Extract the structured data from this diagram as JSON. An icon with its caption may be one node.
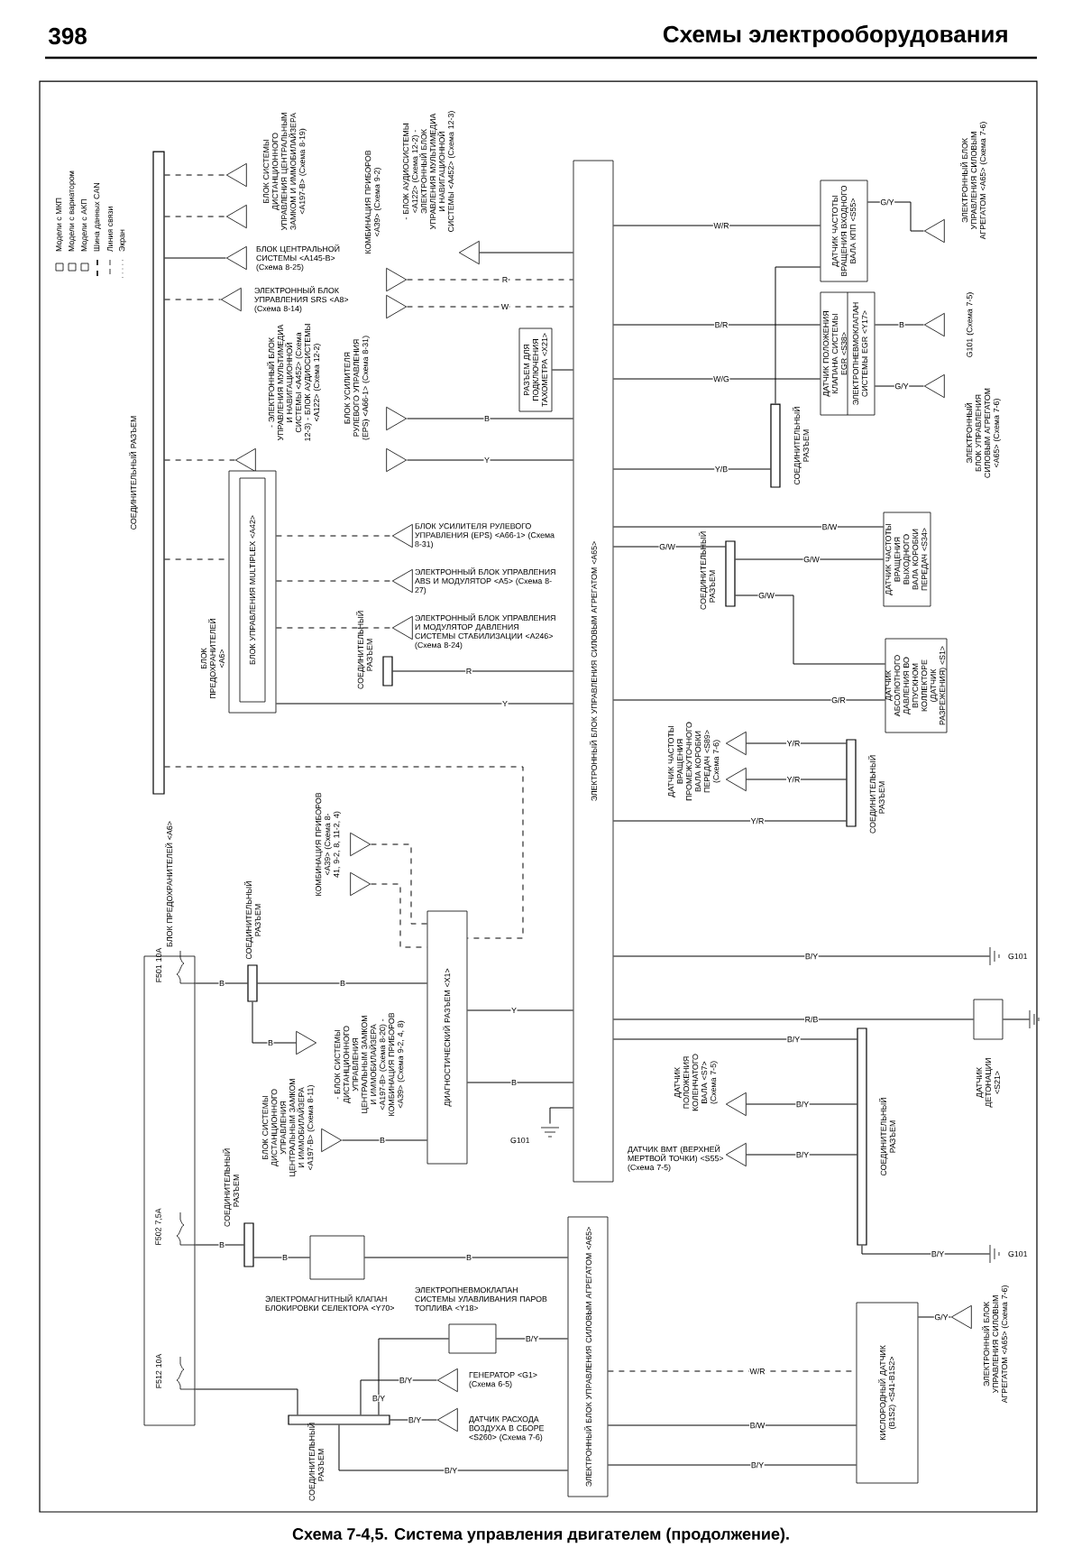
{
  "diagram": {
    "title": "Схемы электрооборудования",
    "caption": "Схема 7-4,5. Система управления двигателем (продолжение).",
    "nodes": [
      {
        "text": [],
        "shape": "bar",
        "beside": [
          "СОЕДИНИТЕЛЬНЫЙ РАЗЪЕМ"
        ]
      },
      {
        "text": [],
        "shape": "triangle",
        "beside": [
          "БЛОК СИСТЕМЫ ДИСТАНЦИОННОГО УПРАВЛЕНИЯ ЦЕНТРАЛЬНЫМ ЗАМКОМ И ИММОБИЛАЙЗЕРА <A197-B> (Схема 8-19)"
        ]
      },
      {
        "text": [],
        "shape": "triangle"
      },
      {
        "text": [],
        "shape": "triangle",
        "beside": [
          "БЛОК ЦЕНТРАЛЬНОЙ СИСТЕМЫ <A145-B> (Схема 8-25)"
        ]
      },
      {
        "text": [],
        "shape": "triangle",
        "beside": [
          "ЭЛЕКТРОННЫЙ БЛОК УПРАВЛЕНИЯ SRS <A8> (Схема 8-14)"
        ]
      },
      {
        "text": [],
        "shape": "triangle",
        "beside": [
          "КОМБИНАЦИЯ ПРИБОРОВ <A39> (Схема 9-2)"
        ]
      },
      {
        "text": [],
        "shape": "triangle"
      },
      {
        "text": [],
        "shape": "triangle",
        "beside": [
          "- БЛОК АУДИОСИСТЕМЫ <A122> (Схема 12-2) - ЭЛЕКТРОННЫЙ БЛОК УПРАВЛЕНИЯ МУЛЬТИМЕДИА И НАВИГАЦИОННОЙ СИСТЕМЫ <A452> (Схема 12-3)"
        ]
      },
      {
        "text": [
          "ЭЛЕКТРОННЫЙ БЛОК УПРАВЛЕНИЯ СИЛОВЫМ АГРЕГАТОМ <A65>"
        ]
      },
      {
        "text": [
          "ДАТЧИК ЧАСТОТЫ ВРАЩЕНИЯ ВХОДНОГО ВАЛА КПП <S55>"
        ]
      },
      {
        "text": [
          "ДАТЧИК ПОЛОЖЕНИЯ КЛАПАНА СИСТЕМЫ EGR <S38>",
          "ЭЛЕКТРОПНЕВМОКЛАПАН СИСТЕМЫ EGR <Y17>"
        ]
      },
      {
        "text": [],
        "shape": "triangle",
        "beside": [
          "ЭЛЕКТРОННЫЙ БЛОК УПРАВЛЕНИЯ СИЛОВЫМ АГРЕГАТОМ <A65> (Схема 7-6)"
        ]
      },
      {
        "text": [],
        "shape": "triangle",
        "beside": [
          "G101 (Схема 7-5)"
        ]
      },
      {
        "text": [],
        "shape": "triangle",
        "beside": [
          "ЭЛЕКТРОННЫЙ БЛОК УПРАВЛЕНИЯ СИЛОВЫМ АГРЕГАТОМ <A65> (Схема 7-6)"
        ]
      },
      {
        "text": [],
        "shape": "triangle",
        "beside": [
          "- ЭЛЕКТРОННЫЙ БЛОК УПРАВЛЕНИЯ МУЛЬТИМЕДИА И НАВИГАЦИОННОЙ СИСТЕМЫ <A452> (Схема 12-3) - БЛОК АУДИОСИСТЕМЫ <A122> (Схема 12-2)"
        ]
      },
      {
        "text": [],
        "shape": "triangle",
        "beside": [
          "БЛОК УСИЛИТЕЛЯ РУЛЕВОГО УПРАВЛЕНИЯ (EPS) <A66-1> (Схема 8-31)"
        ]
      },
      {
        "text": [],
        "shape": "triangle"
      },
      {
        "text": [
          "РАЗЪЕМ ДЛЯ ПОДКЛЮЧЕНИЯ ТАХОМЕТРА <X21>"
        ]
      },
      {
        "text": [],
        "shape": "bar",
        "beside": [
          "СОЕДИНИТЕЛЬНЫЙ РАЗЪЕМ"
        ]
      },
      {
        "text": [
          "БЛОК ПРЕДОХРАНИТЕЛЕЙ <A6>"
        ]
      },
      {
        "text": [
          "БЛОК УПРАВЛЕНИЯ MULTIPLEX <A42>"
        ],
        "in": 19
      },
      {
        "text": [],
        "shape": "triangle",
        "beside": [
          "БЛОК УСИЛИТЕЛЯ РУЛЕВОГО УПРАВЛЕНИЯ (EPS) <A66-1> (Схема 8-31)"
        ]
      },
      {
        "text": [],
        "shape": "triangle",
        "beside": [
          "ЭЛЕКТРОННЫЙ БЛОК УПРАВЛЕНИЯ ABS И МОДУЛЯТОР <A5> (Схема 8-27)"
        ]
      },
      {
        "text": [],
        "shape": "triangle",
        "beside": [
          "ЭЛЕКТРОННЫЙ БЛОК УПРАВЛЕНИЯ И МОДУЛЯТОР ДАВЛЕНИЯ СИСТЕМЫ СТАБИЛИЗАЦИИ <A246> (Схема 8-24)"
        ]
      },
      {
        "text": [
          "ДАТЧИК ЧАСТОТЫ ВРАЩЕНИЯ ВЫХОДНОГО ВАЛА КОРОБКИ ПЕРЕДАЧ <S34>"
        ]
      },
      {
        "text": [],
        "shape": "bar",
        "beside": [
          "СОЕДИНИТЕЛЬНЫЙ РАЗЪЕМ"
        ]
      },
      {
        "text": [],
        "shape": "bar",
        "beside": [
          "СОЕДИНИТЕЛЬНЫЙ РАЗЪЕМ"
        ]
      },
      {
        "text": [
          "ДАТЧИК АБСОЛЮТНОГО ДАВЛЕНИЯ ВО ВПУСКНОМ КОЛЛЕКТОРЕ (ДАТЧИК РАЗРЕЖЕНИЯ) <S1>"
        ]
      },
      {
        "text": [],
        "shape": "triangle",
        "beside": [
          "ДАТЧИК ЧАСТОТЫ ВРАЩЕНИЯ ПРОМЕЖУТОЧНОГО ВАЛА КОРОБКИ ПЕРЕДАЧ <S89> (Схема 7-6)"
        ]
      },
      {
        "text": [],
        "shape": "triangle"
      },
      {
        "text": [],
        "shape": "bar",
        "beside": [
          "СОЕДИНИТЕЛЬНЫЙ РАЗЪЕМ"
        ]
      },
      {
        "text": [],
        "shape": "triangle",
        "beside": [
          "КОМБИНАЦИЯ ПРИБОРОВ <A39> (Схема 8-41, 9-2, 8, 11-2, 4)"
        ]
      },
      {
        "text": [],
        "shape": "triangle"
      },
      {
        "text": [],
        "shape": "bar",
        "beside": [
          "СОЕДИНИТЕЛЬНЫЙ РАЗЪЕМ"
        ]
      },
      {
        "text": [
          "ДИАГНОСТИЧЕСКИЙ РАЗЪЕМ <X1>"
        ]
      },
      {
        "text": [
          "БЛОК ПРЕДОХРАНИТЕЛЕЙ <A6>"
        ]
      },
      {
        "text": [
          "G101"
        ]
      },
      {
        "text": [
          "ДАТЧИК ДЕТОНАЦИИ <S21>"
        ]
      },
      {
        "text": [],
        "shape": "ground"
      },
      {
        "text": [],
        "shape": "triangle",
        "beside": [
          "- БЛОК СИСТЕМЫ ДИСТАНЦИОННОГО УПРАВЛЕНИЯ ЦЕНТРАЛЬНЫМ ЗАМКОМ И ИММОБИЛАЙЗЕРА <A197-B> (Схема 8-20) - КОМБИНАЦИЯ ПРИБОРОВ <A39> (Схема 9-2, 4, 8)"
        ]
      },
      {
        "text": [],
        "shape": "bar",
        "beside": [
          "СОЕДИНИТЕЛЬНЫЙ РАЗЪЕМ"
        ]
      },
      {
        "text": [],
        "shape": "triangle",
        "beside": [
          "ДАТЧИК ПОЛОЖЕНИЯ КОЛЕНЧАТОГО ВАЛА <S7> (Схема 7-5)"
        ]
      },
      {
        "text": [],
        "shape": "triangle",
        "beside": [
          "ДАТЧИК ВМТ (ВЕРХНЕЙ МЕРТВОЙ ТОЧКИ) <S55> (Схема 7-5)"
        ]
      },
      {
        "text": [
          "G101"
        ]
      },
      {
        "text": [],
        "shape": "triangle",
        "beside": [
          "БЛОК СИСТЕМЫ ДИСТАНЦИОННОГО УПРАВЛЕНИЯ ЦЕНТРАЛЬНЫМ ЗАМКОМ И ИММОБИЛАЙЗЕРА <A197-B> (Схема 8-11)"
        ]
      },
      {
        "text": [],
        "shape": "bar",
        "beside": [
          "СОЕДИНИТЕЛЬНЫЙ РАЗЪЕМ"
        ]
      },
      {
        "text": [
          "ЭЛЕКТРОМАГНИТНЫЙ КЛАПАН БЛОКИРОВКИ СЕЛЕКТОРА <Y70>"
        ]
      },
      {
        "text": [
          "G101"
        ]
      },
      {
        "text": [
          "ЭЛЕКТРОННЫЙ БЛОК УПРАВЛЕНИЯ СИЛОВЫМ АГРЕГАТОМ <A65>"
        ]
      },
      {
        "text": [
          "ЭЛЕКТРОПНЕВМОКЛАПАН СИСТЕМЫ УЛАВЛИВАНИЯ ПАРОВ ТОПЛИВА <Y18>"
        ]
      },
      {
        "text": [],
        "shape": "triangle",
        "beside": [
          "ЭЛЕКТРОННЫЙ БЛОК УПРАВЛЕНИЯ СИЛОВЫМ АГРЕГАТОМ <A65> (Схема 7-6)"
        ]
      },
      {
        "text": [
          "КИСЛОРОДНЫЙ ДАТЧИК (B1S2) <S41-B1S2>"
        ]
      },
      {
        "text": [],
        "shape": "triangle",
        "beside": [
          "ГЕНЕРАТОР <G1> (Схема 6-5)"
        ]
      },
      {
        "text": [],
        "shape": "triangle",
        "beside": [
          "ДАТЧИК РАСХОДА ВОЗДУХА В СБОРЕ <S260> (Схема 7-6)"
        ]
      },
      {
        "text": [],
        "shape": "bar",
        "beside": [
          "СОЕДИНИТЕЛЬНЫЙ РАЗЪЕМ"
        ]
      }
    ],
    "edges": [
      {
        "from": 0,
        "to": 1,
        "arrow": "none",
        "style": "dashed"
      },
      {
        "from": 0,
        "to": 2,
        "arrow": "none",
        "style": "dashed"
      },
      {
        "from": 0,
        "to": 3,
        "arrow": "none"
      },
      {
        "from": 0,
        "to": 4,
        "arrow": "none",
        "style": "dashed"
      },
      {
        "from": 5,
        "to": 8,
        "arrow": "none",
        "style": "dashed",
        "label": "R"
      },
      {
        "from": 6,
        "to": 8,
        "arrow": "none",
        "style": "dashed",
        "label": "W"
      },
      {
        "from": 7,
        "to": 8,
        "arrow": "none"
      },
      {
        "from": 8,
        "to": 9,
        "arrow": "none",
        "label": "W/R"
      },
      {
        "from": 8,
        "to": 10,
        "arrow": "none",
        "label": "B/R"
      },
      {
        "from": 8,
        "to": 10,
        "arrow": "none",
        "label": "W/G"
      },
      {
        "from": 10,
        "to": 12,
        "arrow": "none",
        "label": "B"
      },
      {
        "from": 10,
        "to": 13,
        "arrow": "none",
        "label": "G/Y"
      },
      {
        "from": 9,
        "to": 11,
        "arrow": "none",
        "label": "G/Y"
      },
      {
        "from": 8,
        "to": 18,
        "arrow": "none",
        "label": "Y/B"
      },
      {
        "from": 18,
        "to": 9,
        "arrow": "none"
      },
      {
        "from": 0,
        "to": 14,
        "arrow": "none",
        "style": "dashed"
      },
      {
        "from": 15,
        "to": 8,
        "arrow": "none",
        "label": "B"
      },
      {
        "from": 16,
        "to": 8,
        "arrow": "none",
        "label": "Y"
      },
      {
        "from": 17,
        "to": 8,
        "arrow": "none"
      },
      {
        "from": 0,
        "to": 19,
        "arrow": "none",
        "style": "dashed"
      },
      {
        "from": 19,
        "to": 21,
        "arrow": "none",
        "style": "dashed"
      },
      {
        "from": 19,
        "to": 22,
        "arrow": "none",
        "style": "dashed"
      },
      {
        "from": 19,
        "to": 23,
        "arrow": "none",
        "style": "dashed"
      },
      {
        "from": 19,
        "to": 8,
        "arrow": "none",
        "label": "Y"
      },
      {
        "from": 8,
        "to": 24,
        "arrow": "none",
        "label": "B/W"
      },
      {
        "from": 8,
        "to": 25,
        "arrow": "none",
        "label": "G/W"
      },
      {
        "from": 25,
        "to": 24,
        "arrow": "none",
        "label": "G/W"
      },
      {
        "from": 25,
        "to": 27,
        "arrow": "none",
        "label": "G/W"
      },
      {
        "from": 8,
        "to": 27,
        "arrow": "none",
        "label": "G/R"
      },
      {
        "from": 26,
        "to": 8,
        "arrow": "none",
        "label": "R"
      },
      {
        "from": 28,
        "to": 30,
        "arrow": "none",
        "label": "Y/R"
      },
      {
        "from": 29,
        "to": 30,
        "arrow": "none",
        "label": "Y/R"
      },
      {
        "from": 8,
        "to": 30,
        "arrow": "none",
        "label": "Y/R"
      },
      {
        "from": 0,
        "to": 34,
        "arrow": "none",
        "style": "dashed"
      },
      {
        "from": 31,
        "to": 34,
        "arrow": "none",
        "style": "dashed"
      },
      {
        "from": 32,
        "to": 34,
        "arrow": "none",
        "style": "dashed"
      },
      {
        "from": 34,
        "to": 8,
        "arrow": "none",
        "label": "Y"
      },
      {
        "from": 34,
        "to": 8,
        "arrow": "none",
        "label": "B"
      },
      {
        "from": 35,
        "to": 33,
        "arrow": "none",
        "label": "B"
      },
      {
        "from": 33,
        "to": 34,
        "arrow": "none",
        "label": "B"
      },
      {
        "from": 33,
        "to": 39,
        "arrow": "none",
        "label": "B"
      },
      {
        "from": 8,
        "to": 36,
        "arrow": "none",
        "label": "B/Y"
      },
      {
        "from": 8,
        "to": 37,
        "arrow": "none",
        "label": "R/B"
      },
      {
        "from": 37,
        "to": 38,
        "arrow": "none"
      },
      {
        "from": 8,
        "to": 40,
        "arrow": "none",
        "label": "B/Y"
      },
      {
        "from": 41,
        "to": 40,
        "arrow": "none",
        "label": "B/Y"
      },
      {
        "from": 42,
        "to": 40,
        "arrow": "none",
        "label": "B/Y"
      },
      {
        "from": 8,
        "to": 43,
        "arrow": "none"
      },
      {
        "from": 40,
        "to": 47,
        "arrow": "none",
        "label": "B/Y"
      },
      {
        "from": 44,
        "to": 34,
        "arrow": "none",
        "label": "B"
      },
      {
        "from": 35,
        "to": 45,
        "arrow": "none",
        "label": "B"
      },
      {
        "from": 45,
        "to": 46,
        "arrow": "none",
        "label": "B"
      },
      {
        "from": 46,
        "to": 48,
        "arrow": "none",
        "label": "B"
      },
      {
        "from": 35,
        "to": 54,
        "arrow": "none"
      },
      {
        "from": 54,
        "to": 49,
        "arrow": "none",
        "label": "B/Y"
      },
      {
        "from": 54,
        "to": 52,
        "arrow": "none",
        "label": "B/Y"
      },
      {
        "from": 54,
        "to": 53,
        "arrow": "none",
        "label": "B/Y"
      },
      {
        "from": 54,
        "to": 48,
        "arrow": "none",
        "label": "B/Y"
      },
      {
        "from": 49,
        "to": 48,
        "arrow": "none",
        "label": "B/Y"
      },
      {
        "from": 48,
        "to": 51,
        "arrow": "none",
        "style": "dashed",
        "label": "W/R"
      },
      {
        "from": 48,
        "to": 51,
        "arrow": "none",
        "label": "B/W"
      },
      {
        "from": 48,
        "to": 51,
        "arrow": "none",
        "label": "B/Y"
      },
      {
        "from": 51,
        "to": 50,
        "arrow": "none",
        "label": "G/Y"
      }
    ],
    "labels": [
      "398",
      "F501 10A",
      "F502 7,5A",
      "F512 10A"
    ],
    "legend": [
      {
        "text": "Модели с МКП"
      },
      {
        "text": "Модели с вариатором"
      },
      {
        "text": "Модели с АКП"
      },
      {
        "text": "Шина данных CAN"
      },
      {
        "text": "Линия связи"
      },
      {
        "text": "Экран"
      }
    ]
  }
}
